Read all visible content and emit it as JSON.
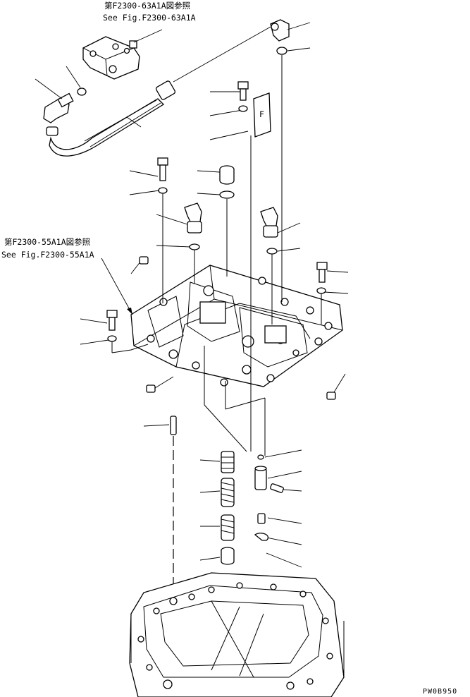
{
  "references": {
    "upper_jp": "第F2300-63A1A図参照",
    "upper_en": "See Fig.F2300-63A1A",
    "lower_jp": "第F2300-55A1A図参照",
    "lower_en": "See Fig.F2300-55A1A"
  },
  "bracket_mark": "F",
  "figure_code": "PW0B950"
}
